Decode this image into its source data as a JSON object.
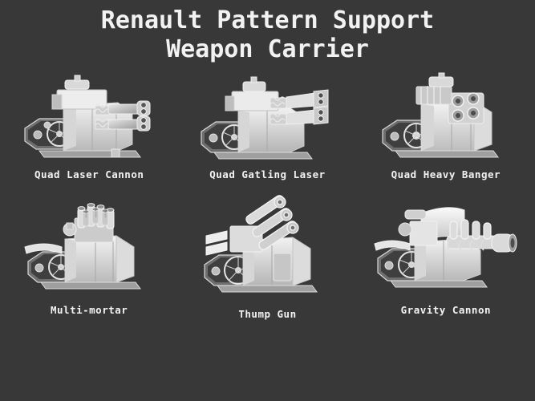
{
  "page": {
    "background_color": "#383838",
    "text_color": "#f2f2f2"
  },
  "title": {
    "line1": "Renault Pattern Support",
    "line2": "Weapon Carrier",
    "full": "Renault Pattern Support Weapon Carrier"
  },
  "gallery": {
    "columns": 3,
    "rows": 2,
    "items": [
      {
        "label": "Quad Laser Cannon",
        "icon": "tracked-vehicle-quad-laser-cannon-render",
        "row": 1,
        "column": 1
      },
      {
        "label": "Quad Gatling Laser",
        "icon": "tracked-vehicle-quad-gatling-laser-render",
        "row": 1,
        "column": 2
      },
      {
        "label": "Quad Heavy Banger",
        "icon": "tracked-vehicle-quad-heavy-banger-render",
        "row": 1,
        "column": 3
      },
      {
        "label": "Multi-mortar",
        "icon": "tracked-vehicle-multi-mortar-render",
        "row": 2,
        "column": 1
      },
      {
        "label": "Thump Gun",
        "icon": "tracked-vehicle-thump-gun-render",
        "row": 2,
        "column": 2
      },
      {
        "label": "Gravity Cannon",
        "icon": "tracked-vehicle-gravity-cannon-render",
        "row": 2,
        "column": 3
      }
    ]
  }
}
